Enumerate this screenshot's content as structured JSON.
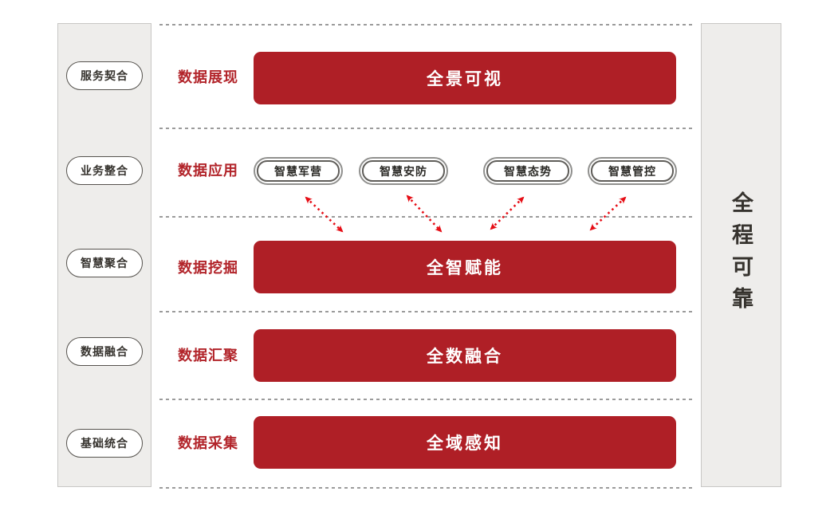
{
  "diagram": {
    "right_panel_label": "全程可靠",
    "rows": [
      {
        "side_label": "服务契合",
        "row_label": "数据展现",
        "bar_label": "全景可视"
      },
      {
        "side_label": "业务整合",
        "row_label": "数据应用",
        "pills": [
          "智慧军营",
          "智慧安防",
          "智慧态势",
          "智慧管控"
        ]
      },
      {
        "side_label": "智慧聚合",
        "row_label": "数据挖掘",
        "bar_label": "全智赋能"
      },
      {
        "side_label": "数据融合",
        "row_label": "数据汇聚",
        "bar_label": "全数融合"
      },
      {
        "side_label": "基础统合",
        "row_label": "数据采集",
        "bar_label": "全域感知"
      }
    ],
    "colors": {
      "bar_red": "#AF1F26",
      "label_red": "#B2242A",
      "arrow_red": "#E60E16",
      "panel_bg": "#EEEDEB",
      "panel_border": "#C8C7C5",
      "pill_border": "#55524D",
      "text_dark": "#36332E",
      "divider_gray": "#9B9B9B"
    }
  }
}
